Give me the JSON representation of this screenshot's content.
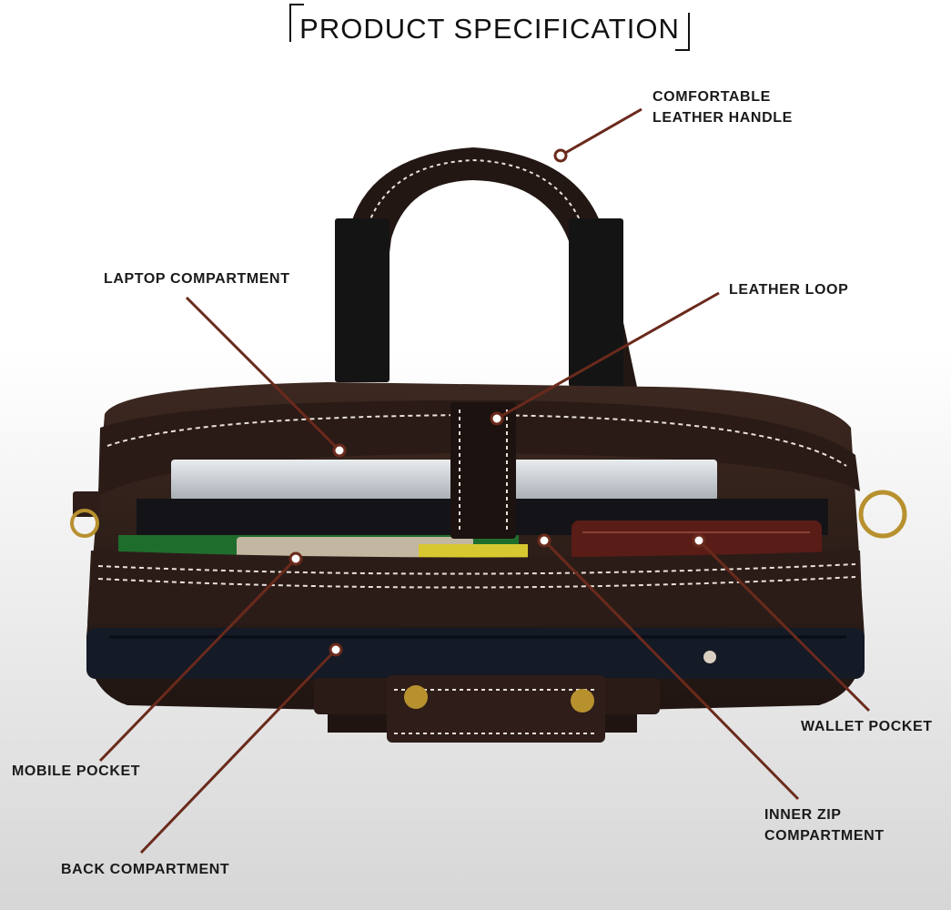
{
  "title": "PRODUCT SPECIFICATION",
  "labels": {
    "handle": [
      "COMFORTABLE",
      "LEATHER HANDLE"
    ],
    "laptop": "LAPTOP COMPARTMENT",
    "loop": "LEATHER LOOP",
    "wallet": "WALLET POCKET",
    "mobile": "MOBILE POCKET",
    "inner_zip": [
      "INNER ZIP",
      "COMPARTMENT"
    ],
    "back": "BACK COMPARTMENT"
  },
  "colors": {
    "leader": "#6a2a1c",
    "leather": "#2e1d18",
    "stitch": "#e9e2da",
    "brass": "#b8912f"
  }
}
